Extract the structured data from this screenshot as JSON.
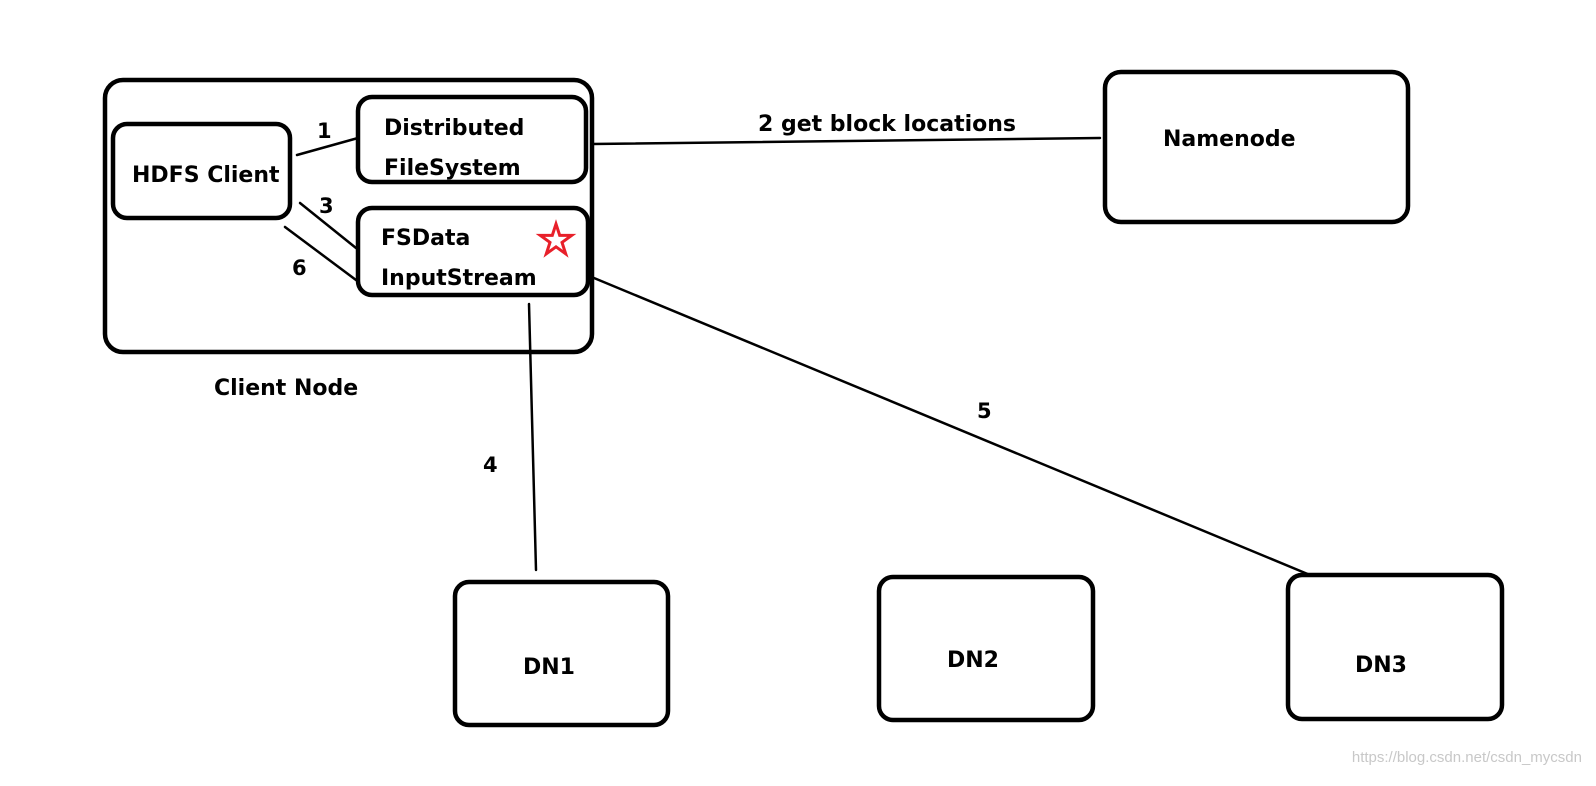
{
  "nodes": {
    "client_node": {
      "label": "Client Node"
    },
    "hdfs_client": {
      "label": "HDFS Client"
    },
    "distributed_fs": {
      "line1": "Distributed",
      "line2": "FileSystem"
    },
    "fsdata_inputstream": {
      "line1": "FSData",
      "line2": "InputStream"
    },
    "namenode": {
      "label": "Namenode"
    },
    "dn1": {
      "label": "DN1"
    },
    "dn2": {
      "label": "DN2"
    },
    "dn3": {
      "label": "DN3"
    }
  },
  "edges": {
    "step1": "1",
    "step2": "2 get block locations",
    "step3": "3",
    "step4": "4",
    "step5": "5",
    "step6": "6"
  },
  "colors": {
    "stroke": "#000000",
    "star": "#e8202a",
    "watermark": "#c8c8c8"
  },
  "icons": {
    "highlight": "star-icon"
  },
  "watermark": "https://blog.csdn.net/csdn_mycsdn"
}
